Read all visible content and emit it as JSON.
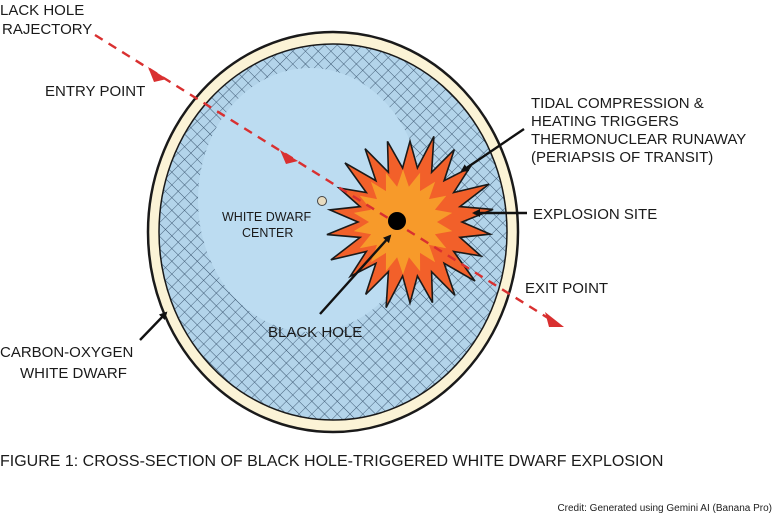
{
  "labels": {
    "trajectory_line1": "LACK HOLE",
    "trajectory_line2": "RAJECTORY",
    "entry_point": "ENTRY POINT",
    "tidal_line1": "TIDAL COMPRESSION &",
    "tidal_line2": "HEATING TRIGGERS",
    "tidal_line3": "THERMONUCLEAR RUNAWAY",
    "tidal_line4": "(PERIAPSIS OF TRANSIT)",
    "explosion_site": "EXPLOSION SITE",
    "wd_center_line1": "WHITE DWARF",
    "wd_center_line2": "CENTER",
    "exit_point": "EXIT POINT",
    "black_hole": "BLACK HOLE",
    "co_line1": "CARBON-OXYGEN",
    "co_line2": "WHITE DWARF"
  },
  "caption": "FIGURE 1: CROSS-SECTION OF BLACK HOLE-TRIGGERED WHITE DWARF EXPLOSION",
  "credit": "Credit: Generated using Gemini AI (Banana Pro)",
  "colors": {
    "outer_shell": "#fbf3d6",
    "outline": "#1a1a1a",
    "mesh_bg": "#b3d4ea",
    "mesh_line": "#3b5670",
    "inner_core": "#bcdcf1",
    "trajectory": "#d93030",
    "burst_outer": "#f2602a",
    "burst_inner": "#f79a2a",
    "black_hole": "#000000",
    "center_dot": "#e8dcc0"
  }
}
